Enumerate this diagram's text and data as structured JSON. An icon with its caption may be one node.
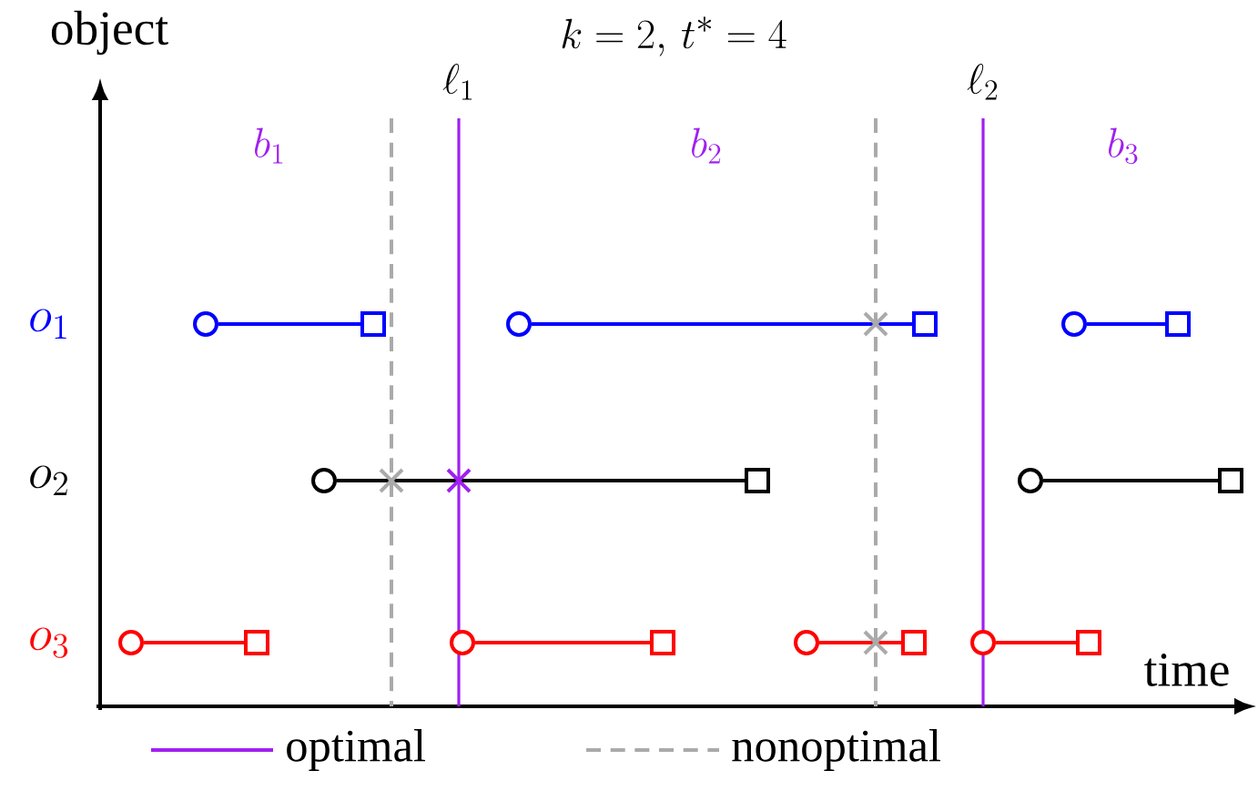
{
  "diagram": {
    "title": "k = 2,\\, t^* = 4",
    "nodes": [
      {
        "text": [],
        "shape": "circle"
      },
      {
        "text": [],
        "shape": "box"
      },
      {
        "text": [],
        "shape": "circle"
      },
      {
        "text": [],
        "shape": "box"
      },
      {
        "text": [],
        "shape": "circle"
      },
      {
        "text": [],
        "shape": "box"
      },
      {
        "text": [],
        "shape": "circle"
      },
      {
        "text": [],
        "shape": "box"
      },
      {
        "text": [],
        "shape": "circle"
      },
      {
        "text": [],
        "shape": "box"
      },
      {
        "text": [],
        "shape": "circle"
      },
      {
        "text": [],
        "shape": "box"
      },
      {
        "text": [],
        "shape": "circle"
      },
      {
        "text": [],
        "shape": "box"
      },
      {
        "text": [],
        "shape": "circle"
      },
      {
        "text": [],
        "shape": "box"
      },
      {
        "text": [],
        "shape": "circle"
      },
      {
        "text": [],
        "shape": "box"
      }
    ],
    "edges": [
      {
        "from": 0,
        "to": 1,
        "arrow": "none",
        "color": "#0000ff"
      },
      {
        "from": 2,
        "to": 3,
        "arrow": "none",
        "color": "#0000ff"
      },
      {
        "from": 4,
        "to": 5,
        "arrow": "none",
        "color": "#0000ff"
      },
      {
        "from": 6,
        "to": 7,
        "arrow": "none",
        "color": "#000000"
      },
      {
        "from": 8,
        "to": 9,
        "arrow": "none",
        "color": "#000000"
      },
      {
        "from": 10,
        "to": 11,
        "arrow": "none",
        "color": "#ff0000"
      },
      {
        "from": 12,
        "to": 13,
        "arrow": "none",
        "color": "#ff0000"
      },
      {
        "from": 14,
        "to": 15,
        "arrow": "none",
        "color": "#ff0000"
      },
      {
        "from": 16,
        "to": 17,
        "arrow": "none",
        "color": "#ff0000"
      }
    ],
    "labels": [
      "object",
      "time",
      "o_1",
      "o_2",
      "o_3",
      "\\ell_1",
      "\\ell_2",
      "b_1",
      "b_2",
      "b_3"
    ],
    "legend": [
      {
        "text": "optimal"
      },
      {
        "text": "nonoptimal"
      }
    ]
  }
}
